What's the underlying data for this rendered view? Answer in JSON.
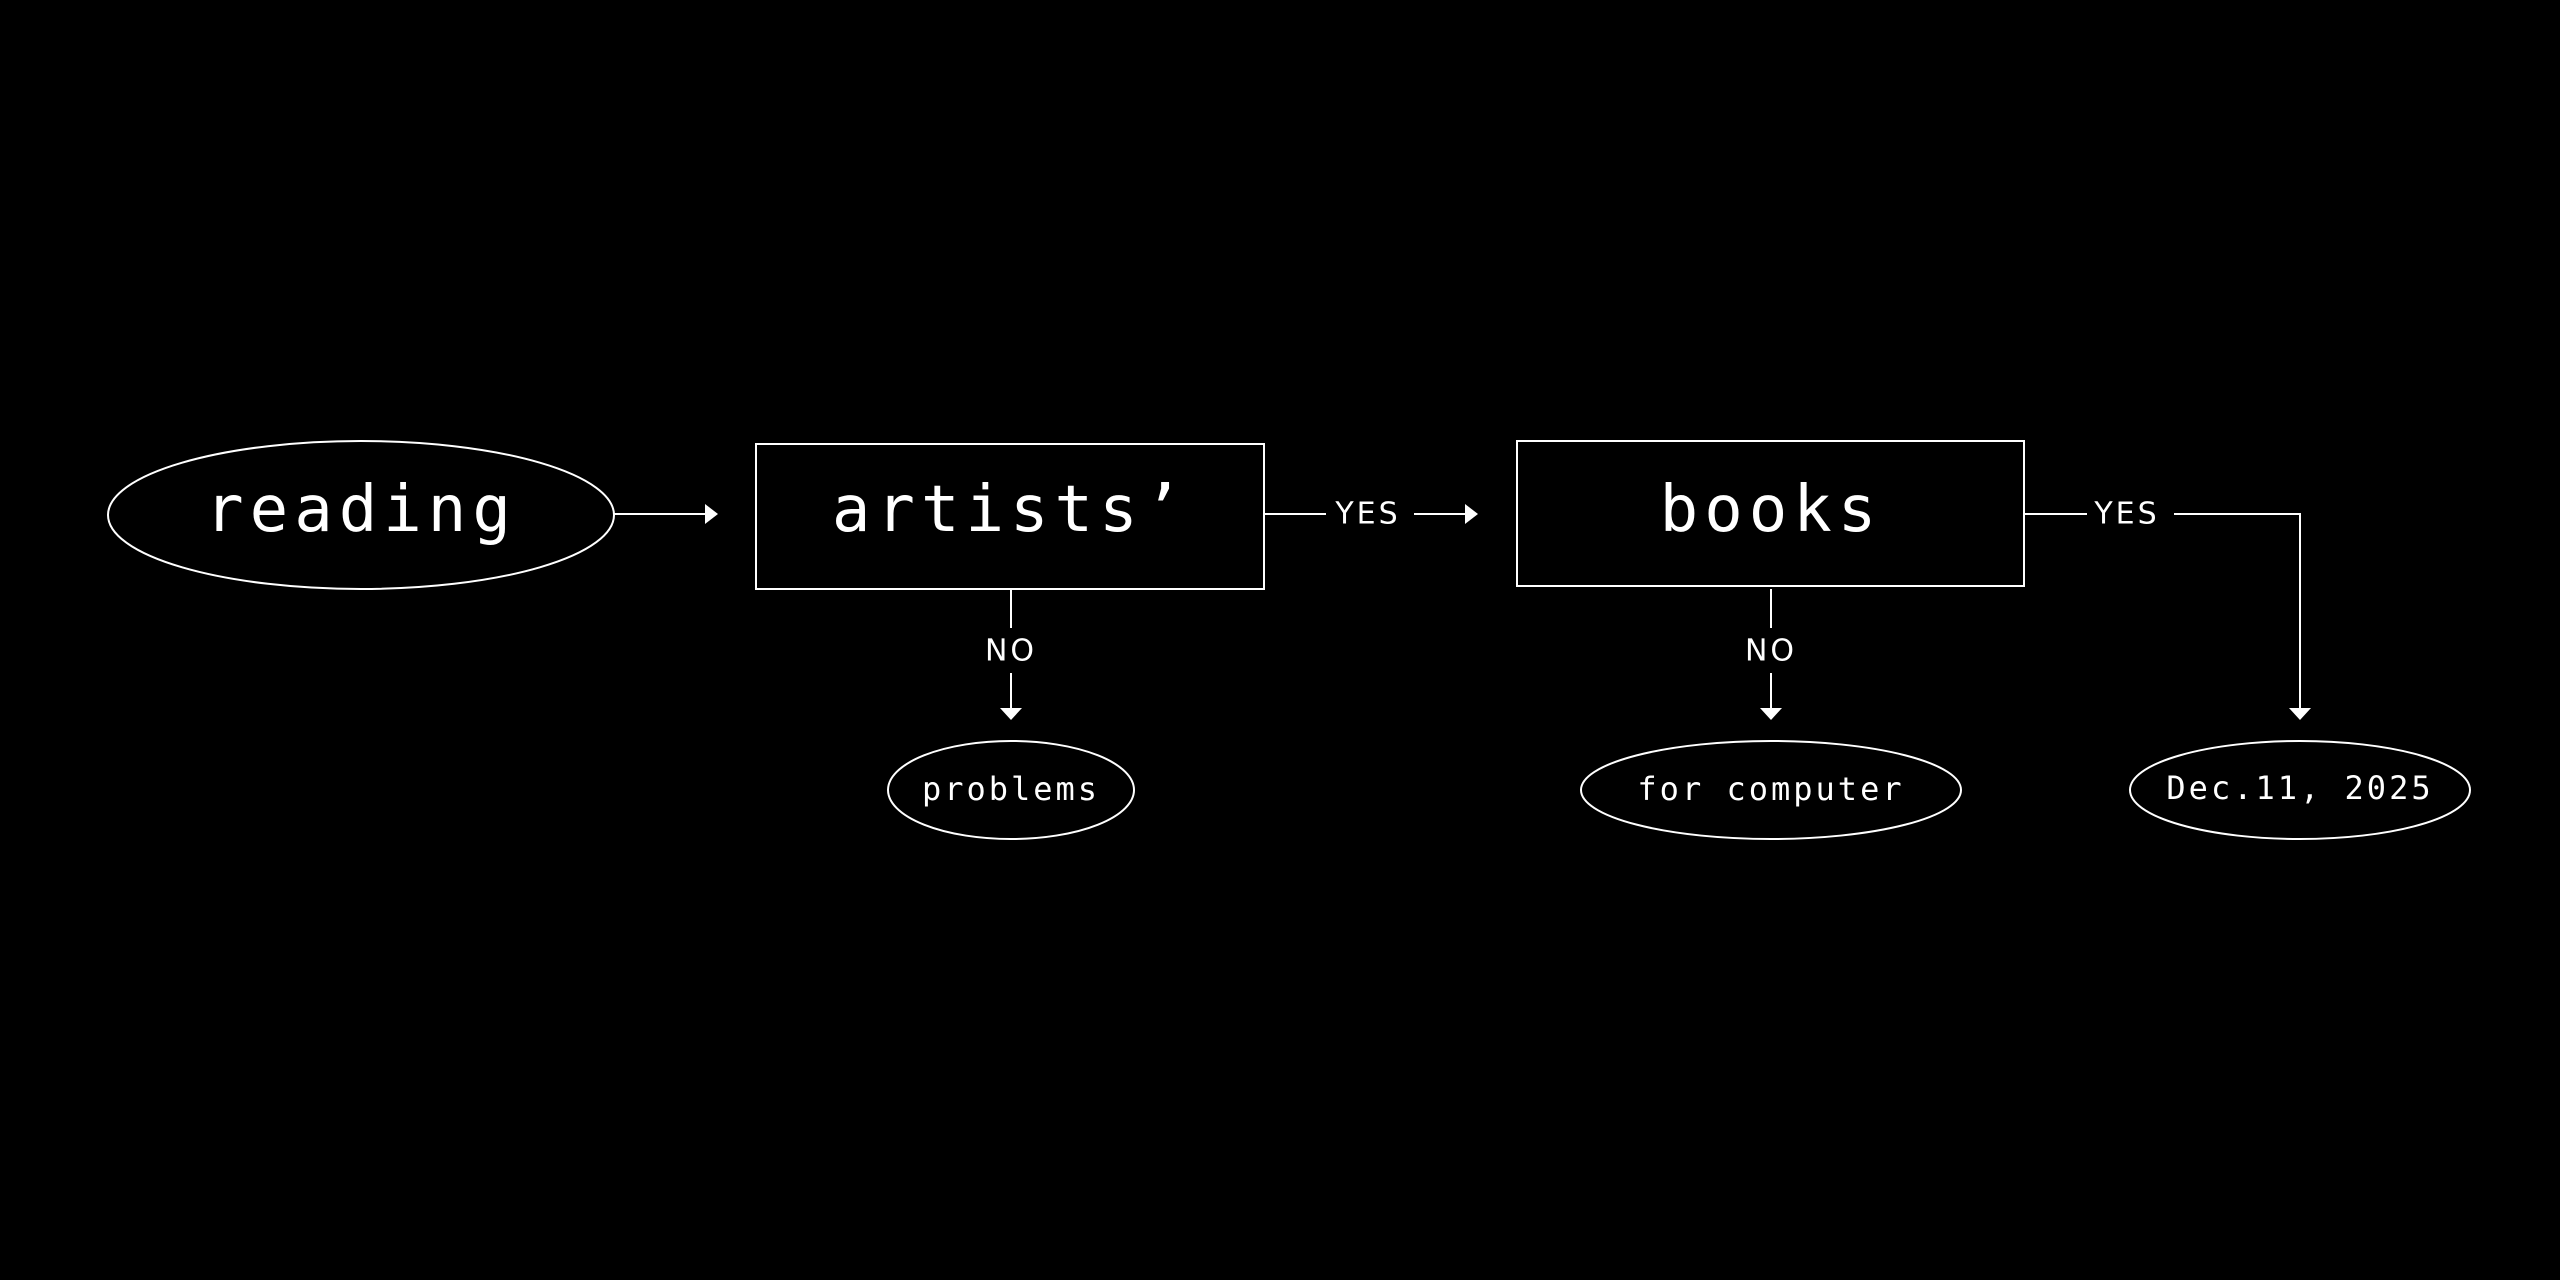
{
  "nodes": {
    "start": "reading",
    "decision1": "artists’",
    "decision2": "books",
    "no1_result": "problems",
    "no2_result": "for computer",
    "yes_result": "Dec.11, 2025"
  },
  "edges": {
    "yes1": "YES",
    "yes2": "YES",
    "no1": "NO",
    "no2": "NO"
  },
  "colors": {
    "background": "#000000",
    "foreground": "#ffffff"
  }
}
